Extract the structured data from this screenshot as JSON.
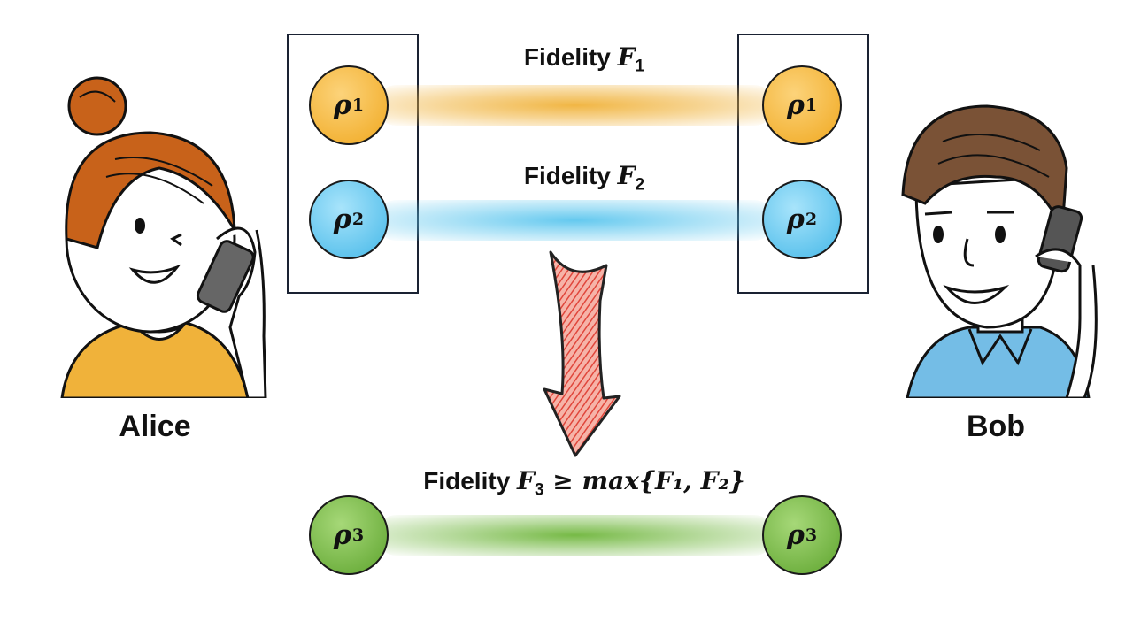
{
  "people": {
    "left_name": "Alice",
    "right_name": "Bob"
  },
  "links": [
    {
      "label_text": "Fidelity",
      "label_symbol": "F",
      "label_sub": "1",
      "label_tail": "",
      "state_symbol": "ρ",
      "state_sub": "1",
      "color": "#f0b23a"
    },
    {
      "label_text": "Fidelity",
      "label_symbol": "F",
      "label_sub": "2",
      "label_tail": "",
      "state_symbol": "ρ",
      "state_sub": "2",
      "color": "#5cc6ee"
    },
    {
      "label_text": "Fidelity",
      "label_symbol": "F",
      "label_sub": "3",
      "label_tail": " ≥ max{F₁, F₂}",
      "state_symbol": "ρ",
      "state_sub": "3",
      "color": "#6fb63c"
    }
  ],
  "colors": {
    "box_border": "#1a2233",
    "arrow": "#e0463b",
    "alice_hair": "#c8621a",
    "alice_shirt": "#f0b23a",
    "bob_hair": "#7a5236",
    "bob_shirt": "#74bde6",
    "skin": "#ffffff"
  },
  "icons": {
    "alice": "person-on-phone-icon",
    "bob": "person-on-phone-icon",
    "arrow": "down-arrow-icon"
  }
}
